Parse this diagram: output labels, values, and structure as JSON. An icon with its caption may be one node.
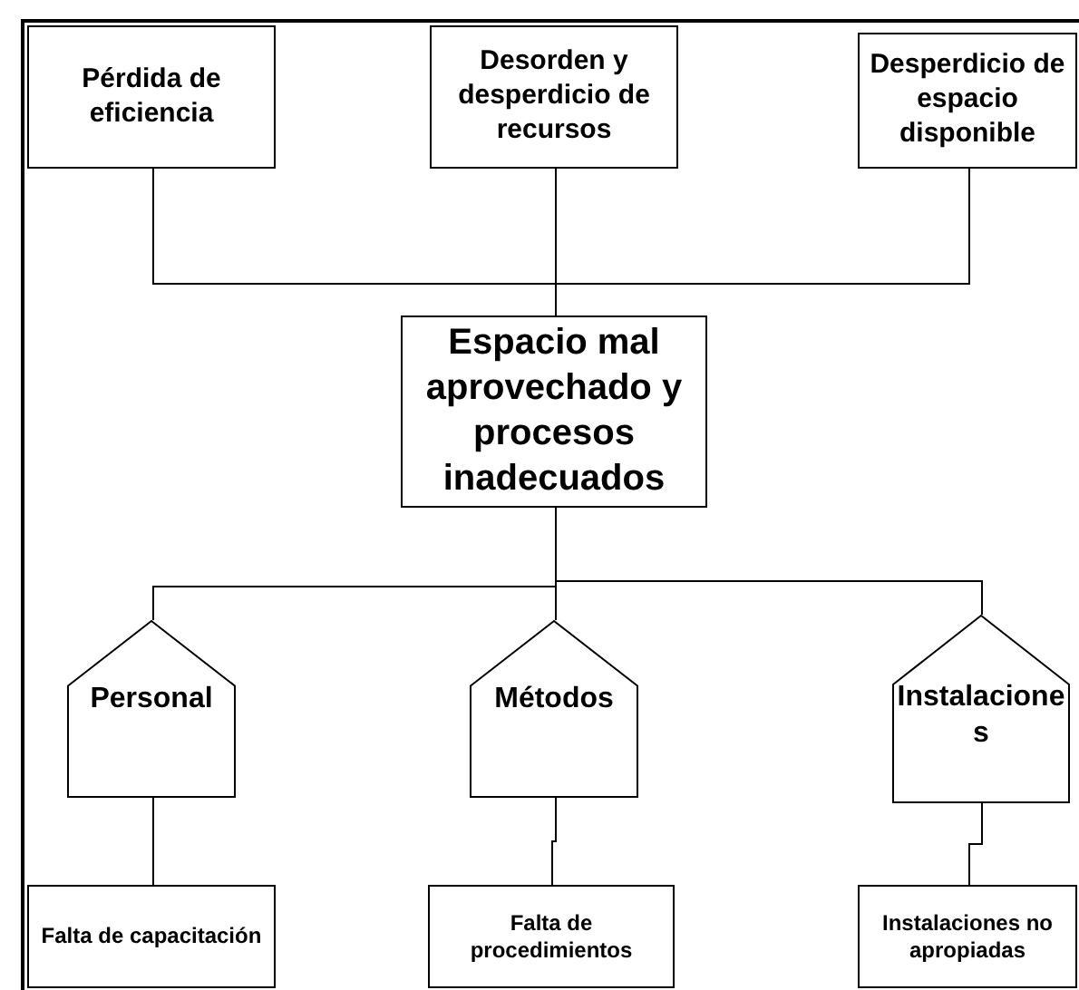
{
  "diagram": {
    "nodes": [
      {
        "text": [
          "Pérdida de eficiencia"
        ]
      },
      {
        "text": [
          "Desorden y desperdicio de recursos"
        ]
      },
      {
        "text": [
          "Desperdicio de espacio disponible"
        ]
      },
      {
        "text": [
          "Espacio mal aprovechado y procesos inadecuados"
        ]
      },
      {
        "text": [
          "Personal"
        ]
      },
      {
        "text": [
          "Métodos"
        ]
      },
      {
        "text": [
          "Instalaciones"
        ]
      },
      {
        "text": [
          "Falta de capacitación"
        ]
      },
      {
        "text": [
          "Falta de procedimientos"
        ]
      },
      {
        "text": [
          "Instalaciones no apropiadas"
        ]
      }
    ],
    "edges": [
      {
        "from": 0,
        "to": 3,
        "arrow": "none"
      },
      {
        "from": 1,
        "to": 3,
        "arrow": "none"
      },
      {
        "from": 2,
        "to": 3,
        "arrow": "none"
      },
      {
        "from": 3,
        "to": 4,
        "arrow": "none"
      },
      {
        "from": 3,
        "to": 5,
        "arrow": "none"
      },
      {
        "from": 3,
        "to": 6,
        "arrow": "none"
      },
      {
        "from": 4,
        "to": 7,
        "arrow": "none"
      },
      {
        "from": 5,
        "to": 8,
        "arrow": "none"
      },
      {
        "from": 6,
        "to": 9,
        "arrow": "none"
      }
    ]
  }
}
